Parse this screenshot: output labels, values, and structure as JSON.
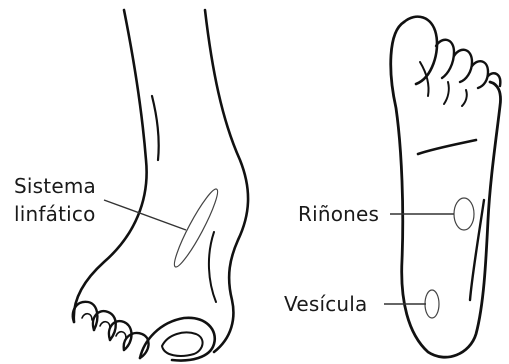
{
  "labels": {
    "lymphatic_line1": "Sistema",
    "lymphatic_line2": "linfático",
    "kidneys": "Riñones",
    "gallbladder": "Vesícula"
  }
}
